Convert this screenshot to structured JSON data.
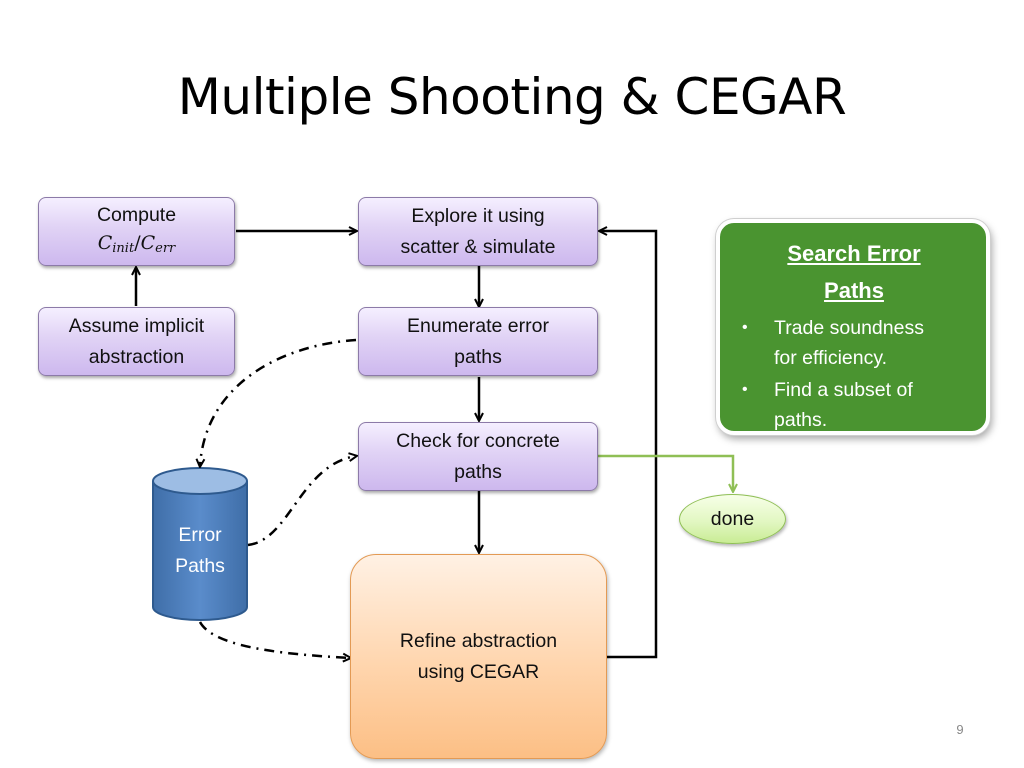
{
  "slide": {
    "title": "Multiple Shooting & CEGAR",
    "page_number": "9"
  },
  "nodes": {
    "compute": {
      "line1": "Compute",
      "c_symbol": "C",
      "init_sub": "init",
      "slash": "/",
      "err_sub": "err"
    },
    "assume": {
      "line1": "Assume implicit",
      "line2": "abstraction"
    },
    "explore": {
      "line1": "Explore it using",
      "line2": "scatter & simulate"
    },
    "enumerate": {
      "line1": "Enumerate error",
      "line2": "paths"
    },
    "check": {
      "line1": "Check for concrete",
      "line2": "paths"
    },
    "refine": {
      "line1": "Refine abstraction",
      "line2": "using CEGAR"
    },
    "error_paths": {
      "line1": "Error",
      "line2": "Paths"
    },
    "done": {
      "label": "done"
    }
  },
  "side_panel": {
    "title": "Search Error Paths",
    "bullets": [
      {
        "line1": "Trade soundness",
        "line2": "for efficiency."
      },
      {
        "line1": "Find a subset of",
        "line2": "paths."
      }
    ],
    "bullet_glyph": "•"
  },
  "colors": {
    "panel_green": "#4a9430",
    "database_blue": "#4f81bd",
    "success_arrow": "#8fbf55",
    "box_purple": "#cdb8ee",
    "box_orange": "#fcbf85"
  }
}
